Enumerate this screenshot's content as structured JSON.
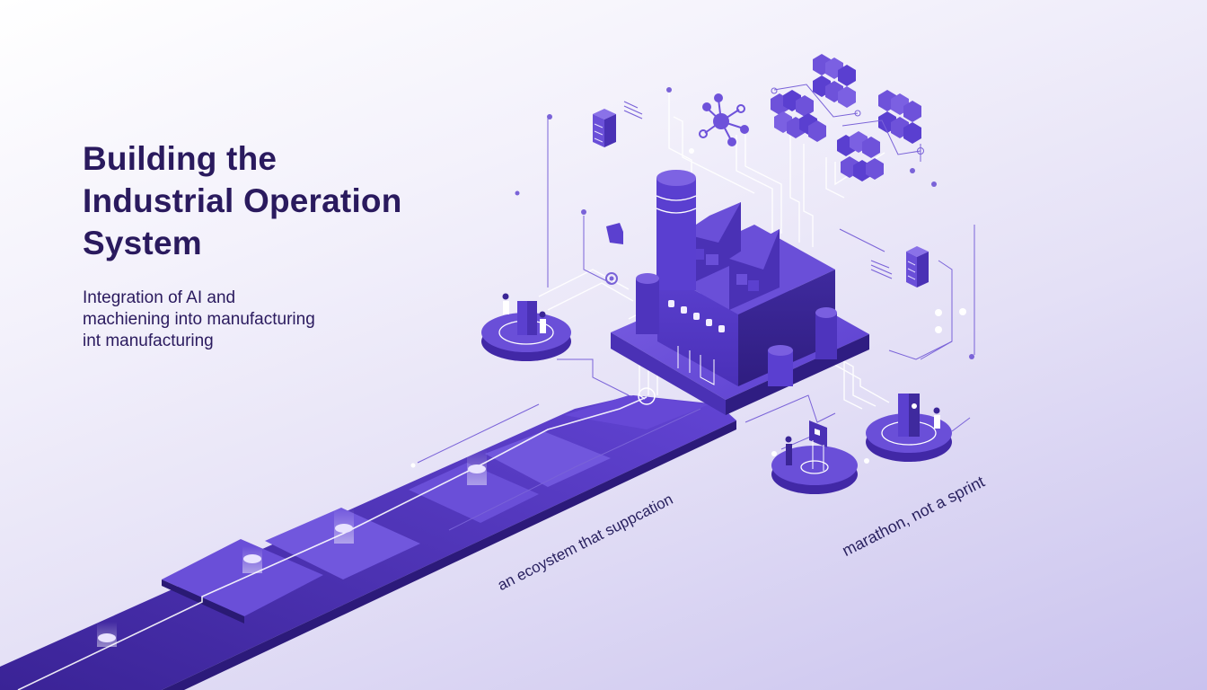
{
  "slide": {
    "title_lines": [
      "Building the",
      "Industrial Operation",
      "System"
    ],
    "subtitle_lines": [
      "Integration of AI and",
      "machiening into manufacturing",
      "int manufacturing"
    ],
    "labels": {
      "ecosystem": "an ecoystem that suppcation",
      "marathon": "marathon, not a sprint"
    }
  },
  "illustration": {
    "elements": [
      "factory-building",
      "pathway-road",
      "hexagon-cluster",
      "network-node-icon",
      "server-rack",
      "workstation-platform",
      "presentation-board-platform",
      "kiosk-platform",
      "circuit-lines"
    ]
  },
  "theme": {
    "primary": "#5b3fd0",
    "primary_dark": "#3a2596",
    "primary_light": "#7c62e0",
    "text": "#2a1a5e",
    "background_start": "#ffffff",
    "background_end": "#c9c2ee"
  }
}
